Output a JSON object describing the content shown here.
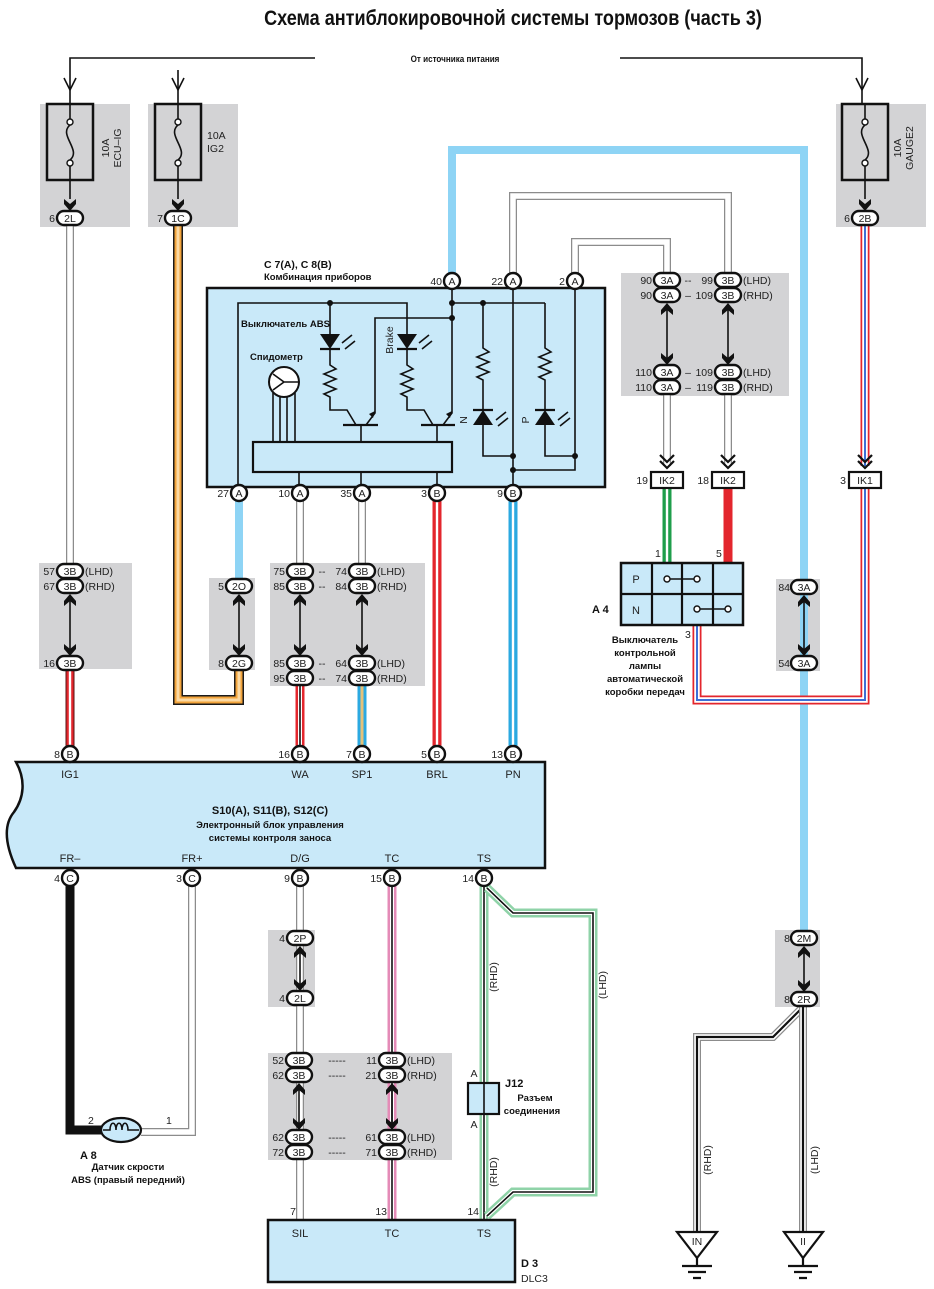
{
  "title": "Схема антиблокировочной системы тормозов (часть 3)",
  "power_source": "От источника питания",
  "colors": {
    "sky_blue_wire": "#8ed4f5",
    "red_wire": "#e3262d",
    "green_wire": "#1f9e4b",
    "orange_wire": "#f2a33a",
    "pink_wire": "#e48bb7",
    "light_green_wire": "#8fd3a8",
    "cyan_wire": "#2ba9e1",
    "component_fill": "#c9e9f9",
    "connector_box": "#d3d3d5"
  },
  "fuses": [
    {
      "rating": "10A",
      "name": "ECU–IG",
      "pin": "6",
      "connector": "2L"
    },
    {
      "rating": "10A",
      "name": "IG2",
      "pin": "7",
      "connector": "1C"
    },
    {
      "rating": "10A",
      "name": "GAUGE2",
      "pin": "6",
      "connector": "2B"
    }
  ],
  "combination_meter": {
    "codes": "C 7(A), C 8(B)",
    "name": "Комбинация приборов",
    "abs_switch": "Выключатель ABS",
    "speedometer": "Спидометр",
    "brake": "Brake",
    "n": "N",
    "p": "P",
    "top_pins": [
      {
        "num": "40",
        "conn": "A"
      },
      {
        "num": "22",
        "conn": "A"
      },
      {
        "num": "2",
        "conn": "A"
      }
    ],
    "bottom_pins": [
      {
        "num": "27",
        "conn": "A"
      },
      {
        "num": "10",
        "conn": "A"
      },
      {
        "num": "35",
        "conn": "A"
      },
      {
        "num": "3",
        "conn": "B"
      },
      {
        "num": "9",
        "conn": "B"
      }
    ]
  },
  "junction_ig1": {
    "rows": [
      {
        "pin": "57",
        "conn": "3B",
        "variant": "(LHD)"
      },
      {
        "pin": "67",
        "conn": "3B",
        "variant": "(RHD)"
      }
    ],
    "bottom": {
      "pin": "16",
      "conn": "3B"
    }
  },
  "junction_ig2": {
    "top": {
      "pin": "5",
      "conn": "2O"
    },
    "bottom": {
      "pin": "8",
      "conn": "2G"
    }
  },
  "junction_wa_sp1": {
    "top_rows": [
      {
        "lp": "75",
        "lc": "3B",
        "sep": "--",
        "rp": "74",
        "rc": "3B",
        "variant": "(LHD)"
      },
      {
        "lp": "85",
        "lc": "3B",
        "sep": "--",
        "rp": "84",
        "rc": "3B",
        "variant": "(RHD)"
      }
    ],
    "bottom_rows": [
      {
        "lp": "85",
        "lc": "3B",
        "sep": "--",
        "rp": "64",
        "rc": "3B",
        "variant": "(LHD)"
      },
      {
        "lp": "95",
        "lc": "3B",
        "sep": "--",
        "rp": "74",
        "rc": "3B",
        "variant": "(RHD)"
      }
    ]
  },
  "junction_indicator": {
    "top_rows": [
      {
        "lp": "90",
        "lc": "3A",
        "sep": "--",
        "rp": "99",
        "rc": "3B",
        "variant": "(LHD)"
      },
      {
        "lp": "90",
        "lc": "3A",
        "sep": "–",
        "rp": "109",
        "rc": "3B",
        "variant": "(RHD)"
      }
    ],
    "bottom_rows": [
      {
        "lp": "110",
        "lc": "3A",
        "sep": "–",
        "rp": "109",
        "rc": "3B",
        "variant": "(LHD)"
      },
      {
        "lp": "110",
        "lc": "3A",
        "sep": "–",
        "rp": "119",
        "rc": "3B",
        "variant": "(RHD)"
      }
    ]
  },
  "inline_connectors": [
    {
      "pin": "19",
      "conn": "IK2"
    },
    {
      "pin": "18",
      "conn": "IK2"
    },
    {
      "pin": "3",
      "conn": "IK1"
    }
  ],
  "shift_switch": {
    "id": "A 4",
    "rows": [
      "P",
      "N"
    ],
    "pin_p": "1",
    "pin_5": "5",
    "pin_3": "3",
    "name_lines": [
      "Выключатель",
      "контрольной",
      "лампы",
      "автоматической",
      "коробки передач"
    ]
  },
  "junction_blue": {
    "top": {
      "pin": "84",
      "conn": "3A"
    },
    "bottom": {
      "pin": "54",
      "conn": "3A"
    }
  },
  "ecu": {
    "codes": "S10(A), S11(B), S12(C)",
    "name_lines": [
      "Электронный блок управления",
      "системы контроля заноса"
    ],
    "top_pins": [
      {
        "num": "8",
        "conn": "B",
        "signal": "IG1"
      },
      {
        "num": "16",
        "conn": "B",
        "signal": "WA"
      },
      {
        "num": "7",
        "conn": "B",
        "signal": "SP1"
      },
      {
        "num": "5",
        "conn": "B",
        "signal": "BRL"
      },
      {
        "num": "13",
        "conn": "B",
        "signal": "PN"
      }
    ],
    "bottom_pins": [
      {
        "num": "4",
        "conn": "C",
        "signal": "FR–"
      },
      {
        "num": "3",
        "conn": "C",
        "signal": "FR+"
      },
      {
        "num": "9",
        "conn": "B",
        "signal": "D/G"
      },
      {
        "num": "15",
        "conn": "B",
        "signal": "TC"
      },
      {
        "num": "14",
        "conn": "B",
        "signal": "TS"
      }
    ]
  },
  "sensor": {
    "id": "A 8",
    "name_lines": [
      "Датчик скрости",
      "ABS (правый передний)"
    ],
    "pin_left": "2",
    "pin_right": "1"
  },
  "junction_dg": {
    "top": {
      "pin": "4",
      "conn": "2P"
    },
    "bottom": {
      "pin": "4",
      "conn": "2L"
    }
  },
  "junction_dlc": {
    "top_rows": [
      {
        "lp": "52",
        "lc": "3B",
        "sep": "-----",
        "rp": "11",
        "rc": "3B",
        "variant": "(LHD)"
      },
      {
        "lp": "62",
        "lc": "3B",
        "sep": "-----",
        "rp": "21",
        "rc": "3B",
        "variant": "(RHD)"
      }
    ],
    "bottom_rows": [
      {
        "lp": "62",
        "lc": "3B",
        "sep": "-----",
        "rp": "61",
        "rc": "3B",
        "variant": "(LHD)"
      },
      {
        "lp": "72",
        "lc": "3B",
        "sep": "-----",
        "rp": "71",
        "rc": "3B",
        "variant": "(RHD)"
      }
    ]
  },
  "j12": {
    "id": "J12",
    "name_lines": [
      "Разъем",
      "соединения"
    ],
    "pin_top": "A",
    "pin_bottom": "A"
  },
  "route_labels": {
    "rhd": "(RHD)",
    "lhd": "(LHD)"
  },
  "dlc3": {
    "id": "D 3",
    "name": "DLC3",
    "pins": [
      {
        "num": "7",
        "signal": "SIL"
      },
      {
        "num": "13",
        "signal": "TC"
      },
      {
        "num": "14",
        "signal": "TS"
      }
    ]
  },
  "junction_ground": {
    "top": {
      "pin": "8",
      "conn": "2M"
    },
    "bottom": {
      "pin": "8",
      "conn": "2R"
    }
  },
  "grounds": [
    {
      "label": "IN",
      "variant": "(RHD)"
    },
    {
      "label": "II",
      "variant": "(LHD)"
    }
  ]
}
